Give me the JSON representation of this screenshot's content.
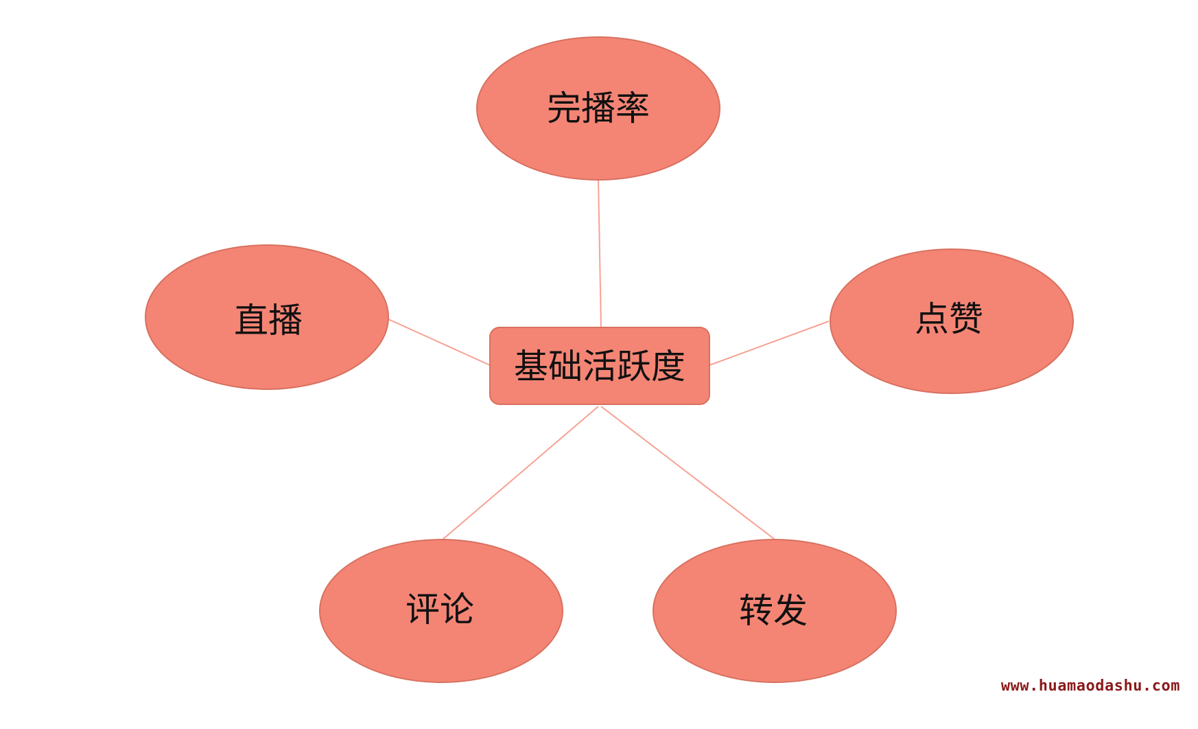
{
  "center": {
    "label": "基础活跃度"
  },
  "nodes": [
    {
      "id": "completion",
      "label": "完播率"
    },
    {
      "id": "live",
      "label": "直播"
    },
    {
      "id": "like",
      "label": "点赞"
    },
    {
      "id": "comment",
      "label": "评论"
    },
    {
      "id": "share",
      "label": "转发"
    }
  ],
  "watermark": "www.huamaodashu.com",
  "colors": {
    "node_fill": "#f48575",
    "node_stroke": "#d8705f",
    "connector": "#f7a193",
    "text": "#111111",
    "watermark": "#8b1a1a"
  }
}
